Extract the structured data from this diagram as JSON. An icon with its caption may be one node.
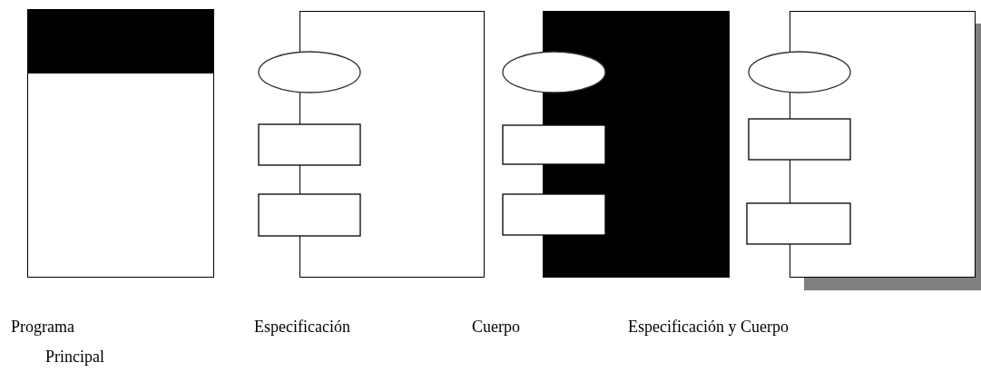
{
  "diagram": {
    "nodes": [
      {
        "text": [],
        "shape": "box",
        "beside": [
          "Programa Principal"
        ]
      },
      {
        "text": [],
        "shape": "box",
        "beside": [
          "Especificación"
        ]
      },
      {
        "text": [],
        "shape": "box",
        "beside": [
          "Cuerpo"
        ]
      },
      {
        "text": [],
        "shape": "box",
        "beside": [
          "Especificación y Cuerpo"
        ]
      }
    ]
  }
}
